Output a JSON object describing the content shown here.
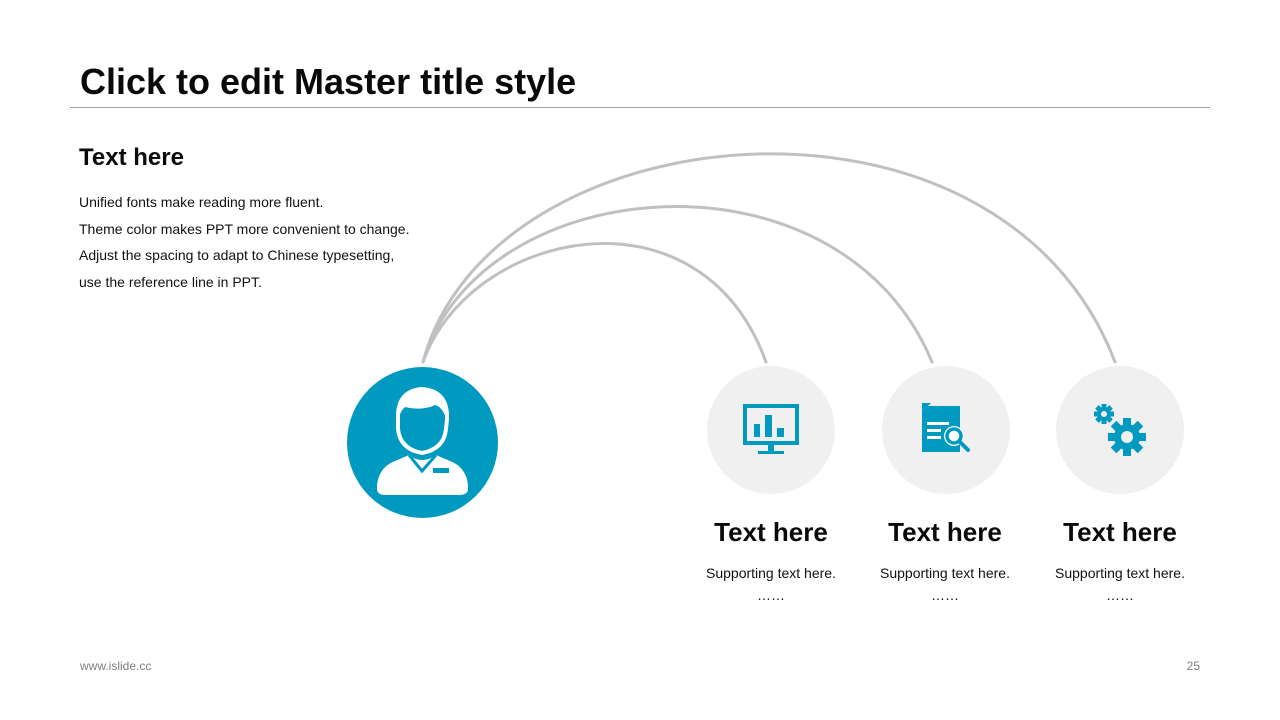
{
  "slide": {
    "title": "Click to edit Master title style",
    "footer_url": "www.islide.cc",
    "page_number": "25"
  },
  "intro": {
    "heading": "Text here",
    "lines": [
      "Unified fonts make reading more fluent.",
      "Theme color makes PPT more convenient to change.",
      "Adjust the spacing to adapt to Chinese typesetting,",
      "use the reference line in PPT."
    ]
  },
  "colors": {
    "accent": "#0099c0",
    "node_background": "#f0f0f0",
    "connector": "#c0c0c0",
    "rule": "#a6a6a6"
  },
  "main_node": {
    "icon": "user-icon"
  },
  "nodes": [
    {
      "icon": "monitor-chart-icon",
      "heading": "Text here",
      "subtext": "Supporting text here.",
      "dots": "……"
    },
    {
      "icon": "document-search-icon",
      "heading": "Text here",
      "subtext": "Supporting text here.",
      "dots": "……"
    },
    {
      "icon": "gears-icon",
      "heading": "Text here",
      "subtext": "Supporting text here.",
      "dots": "……"
    }
  ]
}
